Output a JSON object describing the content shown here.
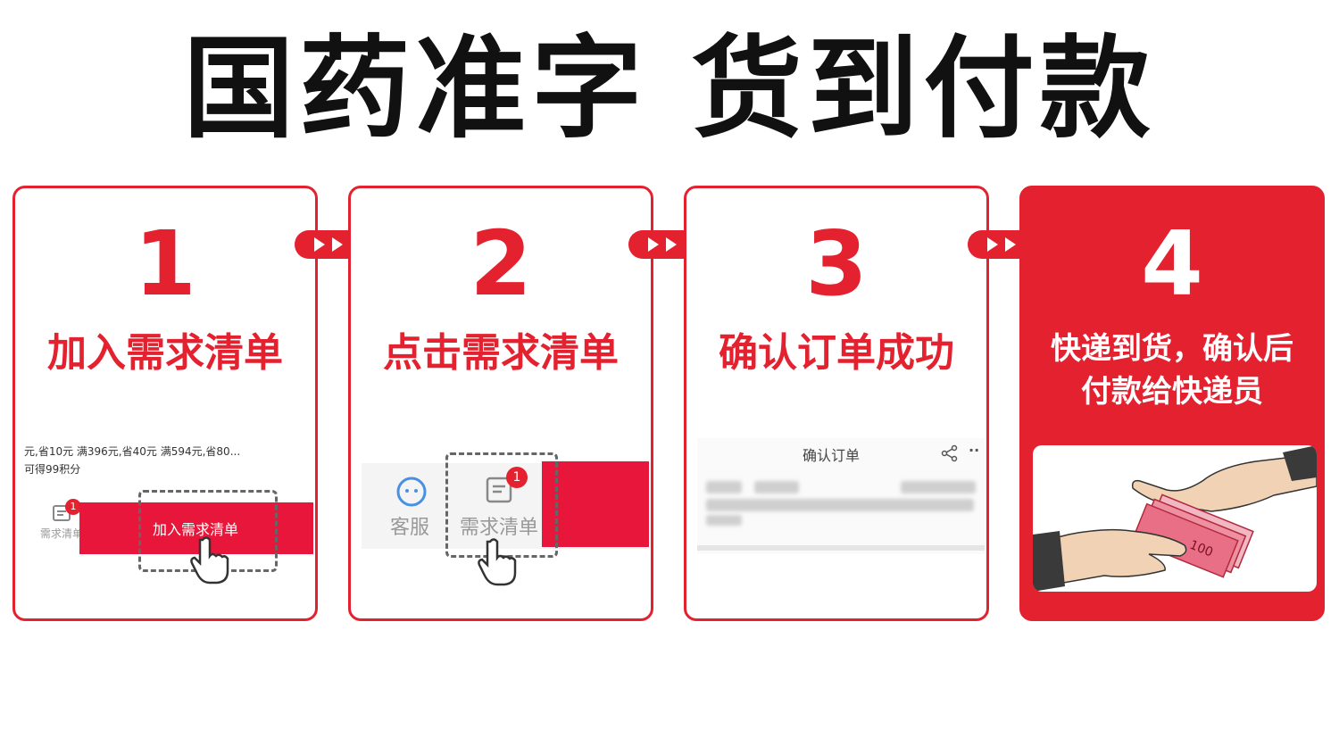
{
  "headline": "国药准字 货到付款",
  "colors": {
    "accent": "#e3212f",
    "button": "#e8163a",
    "text": "#111111"
  },
  "steps": [
    {
      "number": "1",
      "title": "加入需求清单",
      "promo_line1": "元,省10元 满396元,省40元 满594元,省80...",
      "promo_line2": "可得99积分",
      "need_list_label": "需求清单",
      "badge": "1",
      "button_label": "加入需求清单"
    },
    {
      "number": "2",
      "title": "点击需求清单",
      "service_label": "客服",
      "need_list_label": "需求清单",
      "badge": "1"
    },
    {
      "number": "3",
      "title": "确认订单成功",
      "page_title": "确认订单",
      "more_icon_text": "··"
    },
    {
      "number": "4",
      "title_line1": "快递到货，确认后",
      "title_line2": "付款给快递员",
      "banknote_value": "100"
    }
  ]
}
